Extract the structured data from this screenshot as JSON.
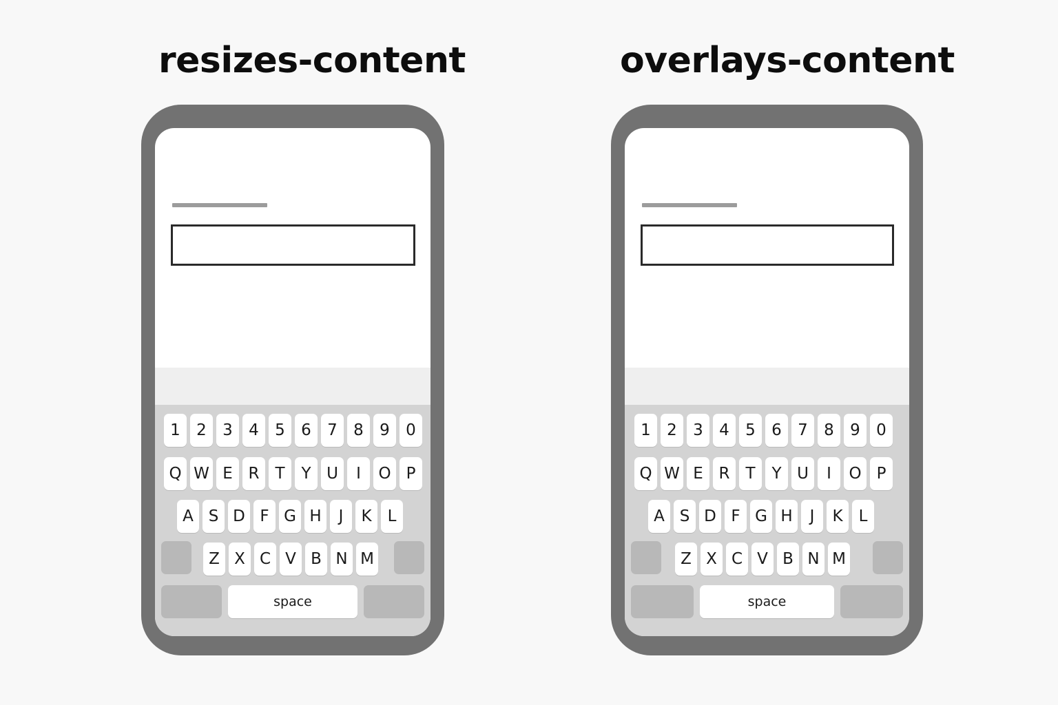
{
  "panels": [
    {
      "title": "resizes-content",
      "keyboard": {
        "numbers": [
          "1",
          "2",
          "3",
          "4",
          "5",
          "6",
          "7",
          "8",
          "9",
          "0"
        ],
        "row1": [
          "Q",
          "W",
          "E",
          "R",
          "T",
          "Y",
          "U",
          "I",
          "O",
          "P"
        ],
        "row2": [
          "A",
          "S",
          "D",
          "F",
          "G",
          "H",
          "J",
          "K",
          "L"
        ],
        "row3": [
          "Z",
          "X",
          "C",
          "V",
          "B",
          "N",
          "M"
        ],
        "space_label": "space"
      }
    },
    {
      "title": "overlays-content",
      "keyboard": {
        "numbers": [
          "1",
          "2",
          "3",
          "4",
          "5",
          "6",
          "7",
          "8",
          "9",
          "0"
        ],
        "row1": [
          "Q",
          "W",
          "E",
          "R",
          "T",
          "Y",
          "U",
          "I",
          "O",
          "P"
        ],
        "row2": [
          "A",
          "S",
          "D",
          "F",
          "G",
          "H",
          "J",
          "K",
          "L"
        ],
        "row3": [
          "Z",
          "X",
          "C",
          "V",
          "B",
          "N",
          "M"
        ],
        "space_label": "space"
      }
    }
  ]
}
